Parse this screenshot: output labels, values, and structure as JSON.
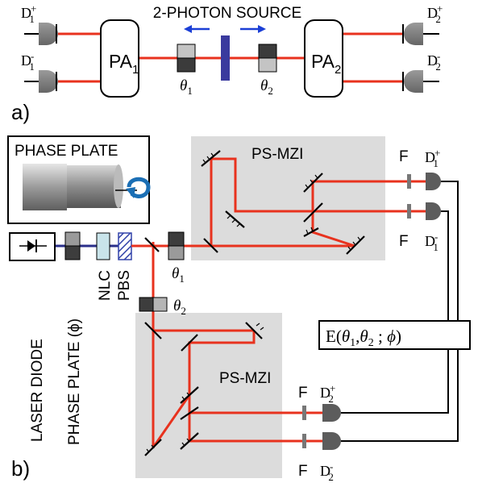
{
  "panel_a": {
    "label": "a)",
    "source_title": "2-PHOTON SOURCE",
    "pa1": "PA",
    "pa1_sub": "1",
    "pa2": "PA",
    "pa2_sub": "2",
    "theta1": "θ",
    "theta1_sub": "1",
    "theta2": "θ",
    "theta2_sub": "2",
    "d1p": "D",
    "d1p_sub": "1",
    "d1p_sup": "+",
    "d1m": "D",
    "d1m_sub": "1",
    "d1m_sup": "-",
    "d2p": "D",
    "d2p_sub": "2",
    "d2p_sup": "+",
    "d2m": "D",
    "d2m_sub": "2",
    "d2m_sup": "-"
  },
  "panel_b": {
    "label": "b)",
    "phase_plate_title": "PHASE PLATE",
    "ps_mzi_top": "PS-MZI",
    "ps_mzi_bottom": "PS-MZI",
    "laser_diode": "LASER DIODE",
    "phase_plate_label": "PHASE PLATE (ϕ)",
    "nlc": "NLC",
    "pbs": "PBS",
    "theta1": "θ",
    "theta1_sub": "1",
    "theta2": "θ",
    "theta2_sub": "2",
    "filter_1": "F",
    "filter_2": "F",
    "filter_3": "F",
    "filter_4": "F",
    "d1p": "D",
    "d1p_sub": "1",
    "d1p_sup": "+",
    "d1m": "D",
    "d1m_sub": "1",
    "d1m_sup": "-",
    "d2p": "D",
    "d2p_sub": "2",
    "d2p_sup": "+",
    "d2m": "D",
    "d2m_sub": "2",
    "d2m_sup": "-",
    "coincidence_E": "E(",
    "coincidence_t1": "θ",
    "coincidence_t1_sub": "1",
    "coincidence_comma": ",",
    "coincidence_t2": "θ",
    "coincidence_t2_sub": "2",
    "coincidence_semi": " ; ",
    "coincidence_phi": "ϕ",
    "coincidence_close": ")"
  },
  "colors": {
    "beam": "#e8321e",
    "pump": "#2a2f8a",
    "arrow": "#1b3fd6",
    "box_fill": "#dcdcdc"
  }
}
